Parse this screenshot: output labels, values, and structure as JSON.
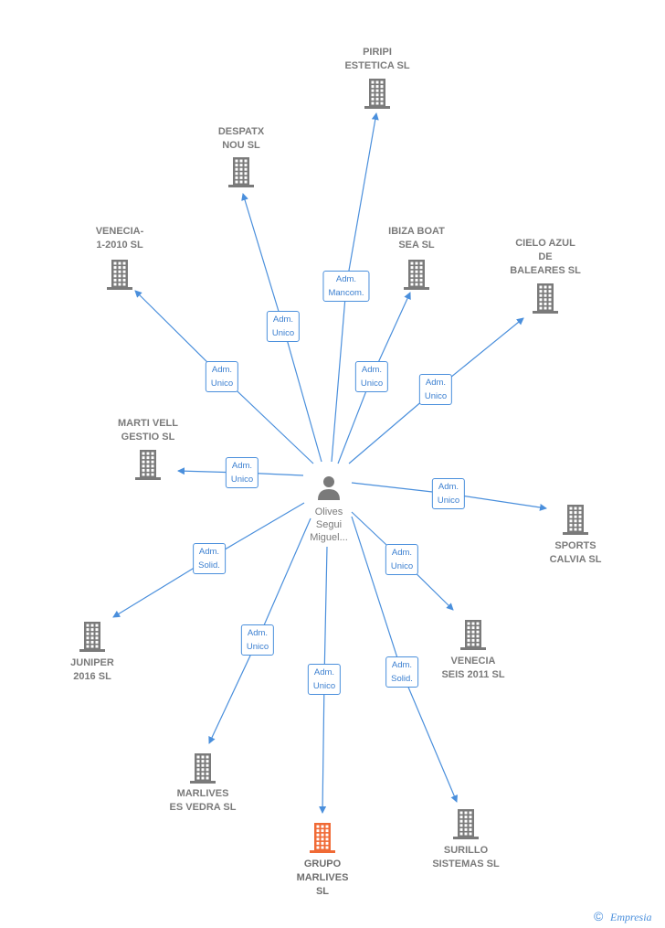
{
  "center": {
    "name": "Olives\nSegui\nMiguel..."
  },
  "nodes": [
    {
      "id": "piripi",
      "label": "PIRIPI\nESTETICA  SL"
    },
    {
      "id": "despatx",
      "label": "DESPATX\nNOU SL"
    },
    {
      "id": "venecia1",
      "label": "VENECIA-\n1-2010 SL"
    },
    {
      "id": "ibiza",
      "label": "IBIZA BOAT\nSEA  SL"
    },
    {
      "id": "cielo",
      "label": "CIELO AZUL\nDE\nBALEARES  SL"
    },
    {
      "id": "marti",
      "label": "MARTI VELL\nGESTIO SL"
    },
    {
      "id": "sports",
      "label": "SPORTS\nCALVIA  SL"
    },
    {
      "id": "juniper",
      "label": "JUNIPER\n2016  SL"
    },
    {
      "id": "veneciaseis",
      "label": "VENECIA\nSEIS 2011 SL"
    },
    {
      "id": "marlives",
      "label": "MARLIVES\nES VEDRA  SL"
    },
    {
      "id": "grupo",
      "label": "GRUPO\nMARLIVES\nSL",
      "highlight": true
    },
    {
      "id": "surillo",
      "label": "SURILLO\nSISTEMAS SL"
    }
  ],
  "edges": [
    {
      "to": "piripi",
      "label": "Adm.\nMancom."
    },
    {
      "to": "despatx",
      "label": "Adm.\nUnico"
    },
    {
      "to": "venecia1",
      "label": "Adm.\nUnico"
    },
    {
      "to": "ibiza",
      "label": "Adm.\nUnico"
    },
    {
      "to": "cielo",
      "label": "Adm.\nUnico"
    },
    {
      "to": "marti",
      "label": "Adm.\nUnico"
    },
    {
      "to": "sports",
      "label": "Adm.\nUnico"
    },
    {
      "to": "juniper",
      "label": "Adm.\nSolid."
    },
    {
      "to": "veneciaseis",
      "label": "Adm.\nUnico"
    },
    {
      "to": "marlives",
      "label": "Adm.\nUnico"
    },
    {
      "to": "grupo",
      "label": "Adm.\nUnico"
    },
    {
      "to": "surillo",
      "label": "Adm.\nSolid."
    }
  ],
  "colors": {
    "edge": "#4a8fdc",
    "building": "#7a7a7a",
    "highlight": "#f06a35"
  },
  "footer": {
    "copyright": "©",
    "brand": "Empresia"
  }
}
